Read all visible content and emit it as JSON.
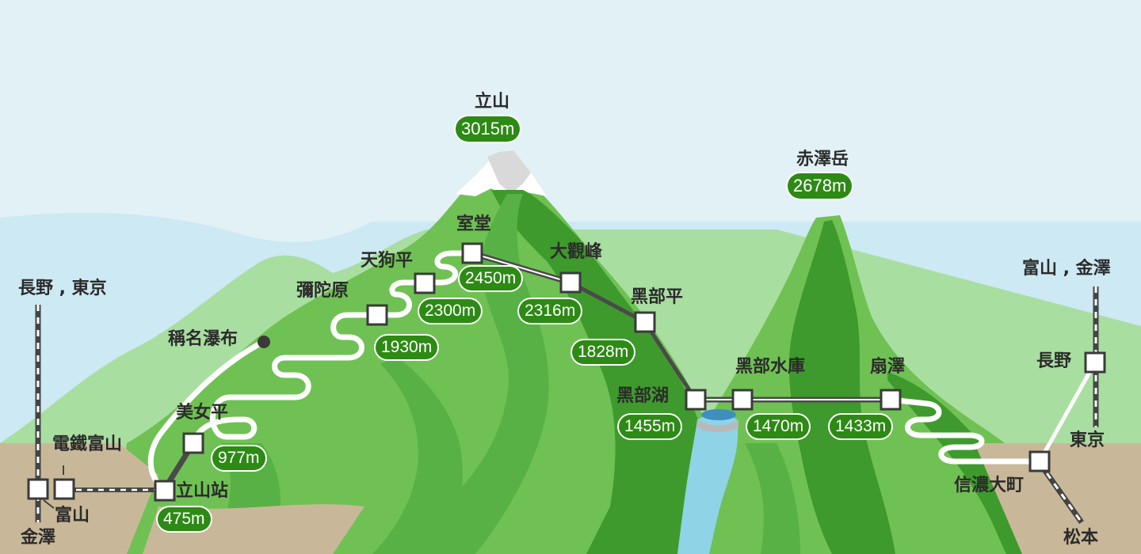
{
  "peaks": {
    "tateyama": {
      "name": "立山",
      "elevation": "3015m"
    },
    "akazawa": {
      "name": "赤澤岳",
      "elevation": "2678m"
    }
  },
  "stations": {
    "nagano_tokyo_top": "長野 , 東京",
    "toyama_kanazawa_top": "富山 , 金澤",
    "dentetsu_toyama": "電鐵富山",
    "toyama": "富山",
    "kanazawa": "金澤",
    "tateyama_sta": {
      "name": "立山站",
      "elevation": "475m"
    },
    "bijodaira": {
      "name": "美女平",
      "elevation": "977m"
    },
    "shomyo_falls": "稱名瀑布",
    "midagahara": {
      "name": "彌陀原",
      "elevation": "1930m"
    },
    "tengudaira": {
      "name": "天狗平",
      "elevation": "2300m"
    },
    "murodo": {
      "name": "室堂",
      "elevation": "2450m"
    },
    "daikanbo": {
      "name": "大觀峰",
      "elevation": "2316m"
    },
    "kurobedaira": {
      "name": "黑部平",
      "elevation": "1828m"
    },
    "kurobeko": {
      "name": "黑部湖",
      "elevation": "1455m"
    },
    "kurobe_dam": {
      "name": "黑部水庫",
      "elevation": "1470m"
    },
    "ogizawa": {
      "name": "扇澤",
      "elevation": "1433m"
    },
    "shinano_omachi": "信濃大町",
    "nagano": "長野",
    "tokyo": "東京",
    "matsumoto": "松本"
  },
  "colors": {
    "sky": "#e2f1f6",
    "pill": "#2d8a14",
    "mountain_dark": "#3e9a2c",
    "mountain_mid": "#58b145",
    "mountain_light": "#6fc153",
    "ground": "#c8b899",
    "water": "#8fd3e6",
    "route": "#ffffff",
    "rope": "#4a4a4a"
  }
}
